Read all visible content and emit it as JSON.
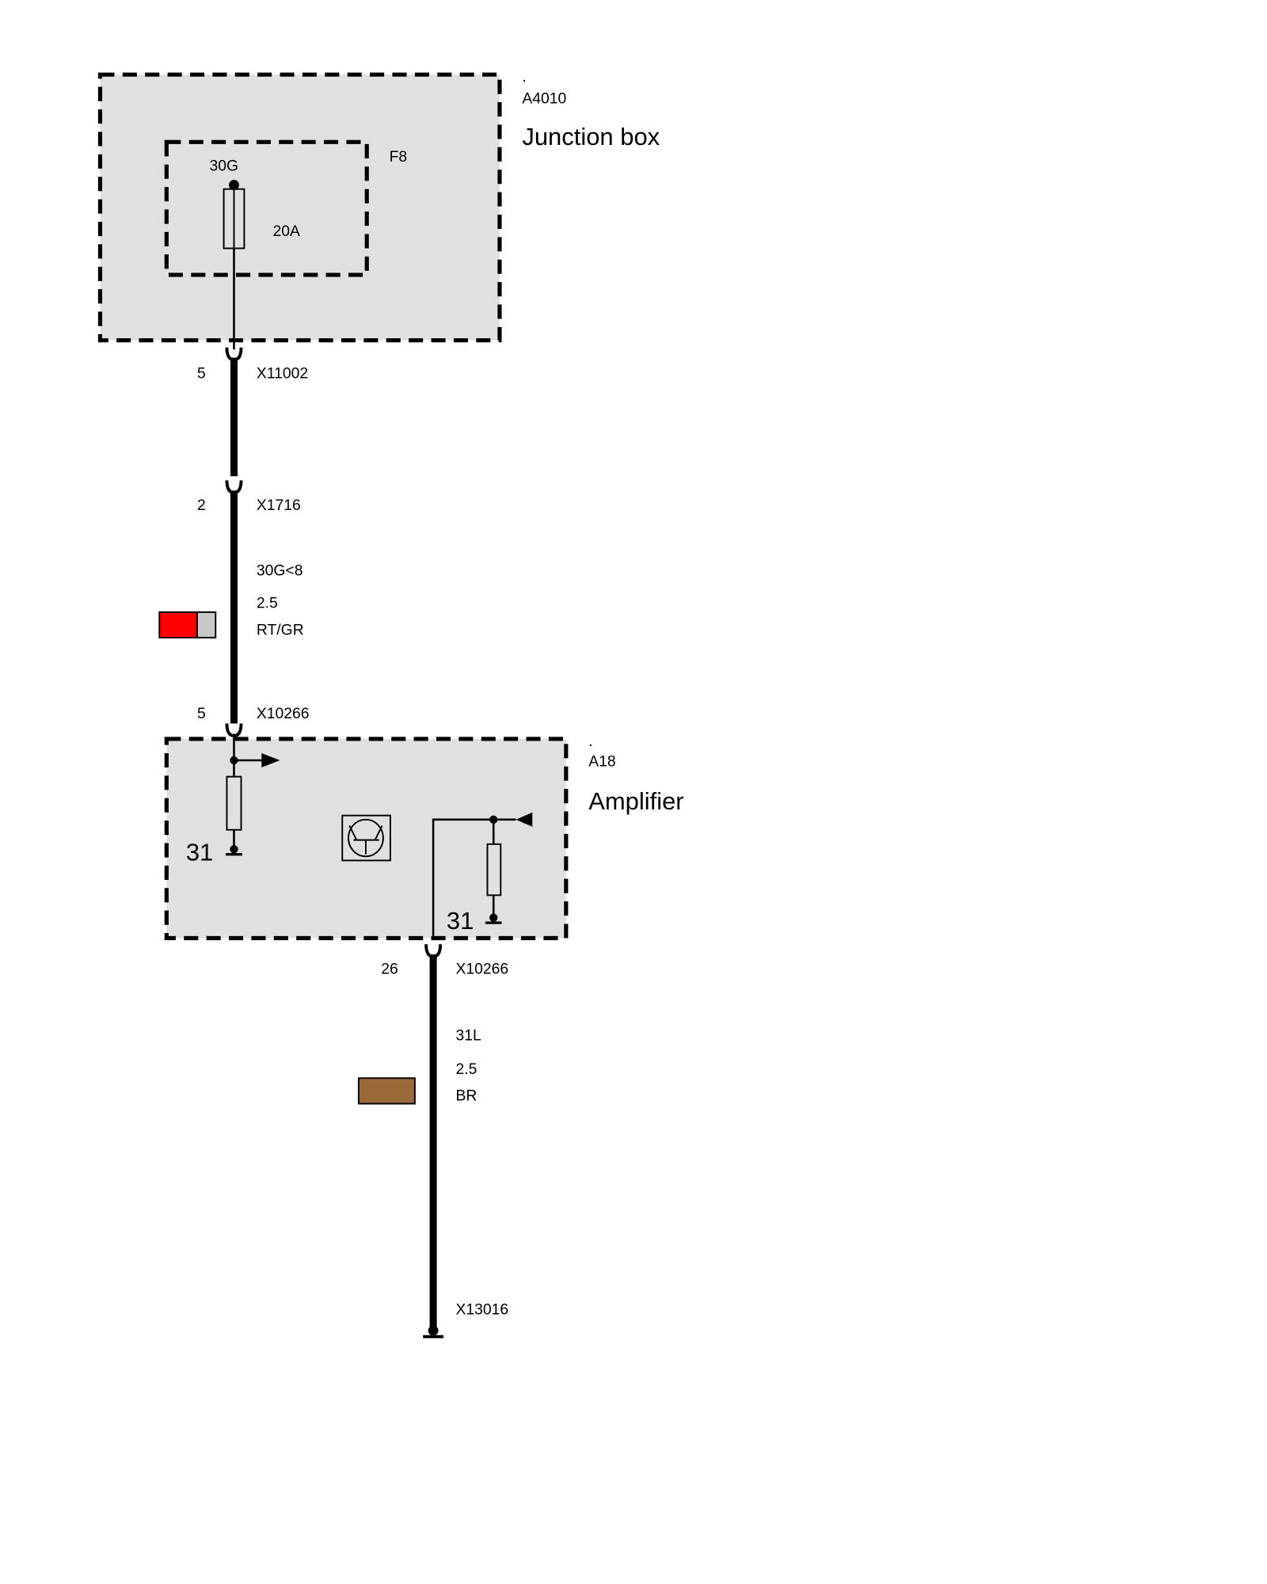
{
  "junction_box": {
    "dot": ".",
    "id": "A4010",
    "name": "Junction box",
    "fuse_id": "F8",
    "terminal": "30G",
    "rating": "20A"
  },
  "connector1": {
    "pin": "5",
    "id": "X11002"
  },
  "connector2": {
    "pin": "2",
    "id": "X1716"
  },
  "wire1": {
    "circuit": "30G<8",
    "gauge": "2.5",
    "color_code": "RT/GR",
    "colors": [
      "#ff0000",
      "#c8c8c8"
    ]
  },
  "connector3": {
    "pin": "5",
    "id": "X10266"
  },
  "amplifier": {
    "dot": ".",
    "id": "A18",
    "name": "Amplifier",
    "ground_left": "31",
    "ground_right": "31"
  },
  "connector4": {
    "pin": "26",
    "id": "X10266"
  },
  "wire2": {
    "circuit": "31L",
    "gauge": "2.5",
    "color_code": "BR",
    "colors": [
      "#9b6a3a"
    ]
  },
  "ground_point": {
    "id": "X13016"
  }
}
